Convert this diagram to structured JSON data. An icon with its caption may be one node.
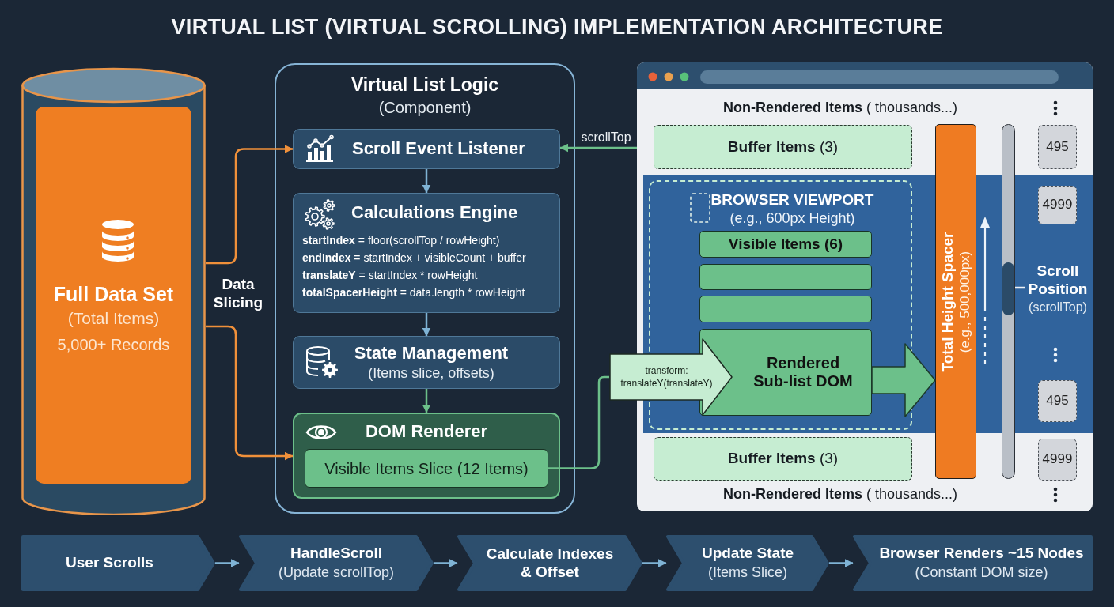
{
  "diagram": {
    "title": "VIRTUAL LIST (VIRTUAL SCROLLING) IMPLEMENTATION ARCHITECTURE",
    "nodes": [
      {
        "text": [
          "Full Data Set",
          "(Total Items)",
          "5,000+ Records"
        ]
      },
      {
        "text": [
          "Virtual List Logic",
          "(Component)"
        ]
      },
      {
        "text": [
          "Scroll Event Listener"
        ],
        "in": 1
      },
      {
        "text": [
          "Calculations Engine",
          "**startIndex** = floor(scrollTop / rowHeight)",
          "**endIndex** = startIndex + visibleCount + buffer",
          "**translateY** = startIndex * rowHeight",
          "**totalSpacerHeight** = data.length * rowHeight"
        ],
        "in": 1
      },
      {
        "text": [
          "State Management",
          "(Items slice, offsets)"
        ],
        "in": 1
      },
      {
        "text": [
          "DOM Renderer"
        ],
        "in": 1
      },
      {
        "text": [
          "Visible Items Slice (12 Items)"
        ],
        "in": 5
      },
      {
        "text": [
          "**Non-Rendered Items** ( thousands...)",
          "**Non-Rendered Items** ( thousands...)"
        ]
      },
      {
        "text": [
          "**Buffer Items** (3)"
        ],
        "in": 7
      },
      {
        "text": [
          "BROWSER VIEWPORT",
          "(e.g., 600px Height)"
        ],
        "in": 7
      },
      {
        "text": [
          "Visible Items (6)"
        ],
        "in": 9
      },
      {
        "text": [],
        "shape": "box",
        "in": 9
      },
      {
        "text": [],
        "shape": "box",
        "in": 9
      },
      {
        "text": [
          "Rendered Sub-list DOM"
        ],
        "in": 9
      },
      {
        "text": [
          "transform: translateY(translateY)"
        ]
      },
      {
        "text": [
          "**Buffer Items** (3)"
        ],
        "in": 7
      },
      {
        "text": [
          "Total Height Spacer",
          "(e.g., 500,000px)"
        ],
        "in": 7
      },
      {
        "text": [],
        "shape": "bar",
        "in": 7
      },
      {
        "text": [
          "Scroll Position",
          "(scrollTop)"
        ],
        "in": 7
      },
      {
        "text": [
          "495"
        ],
        "in": 7
      },
      {
        "text": [
          "4999"
        ],
        "in": 7
      },
      {
        "text": [
          "495"
        ],
        "in": 7
      },
      {
        "text": [
          "4999"
        ],
        "in": 7
      },
      {
        "text": [
          "User Scrolls"
        ]
      },
      {
        "text": [
          "HandleScroll",
          "(Update scrollTop)"
        ]
      },
      {
        "text": [
          "Calculate Indexes & Offset"
        ]
      },
      {
        "text": [
          "Update State",
          "(Items Slice)"
        ]
      },
      {
        "text": [
          "Browser Renders ~15 Nodes",
          "(Constant DOM size)"
        ]
      }
    ],
    "edges": [
      {
        "from": 0,
        "to": 2,
        "arrow": "to",
        "color": "#f0903a"
      },
      {
        "from": 0,
        "to": 5,
        "arrow": "to",
        "color": "#f0903a"
      },
      {
        "from": 2,
        "to": 3,
        "arrow": "to"
      },
      {
        "from": 3,
        "to": 4,
        "arrow": "to"
      },
      {
        "from": 4,
        "to": 5,
        "arrow": "to",
        "color": "#6cc08a"
      },
      {
        "from": 7,
        "to": 2,
        "arrow": "to",
        "label": "scrollTop",
        "color": "#6cc08a"
      },
      {
        "from": 6,
        "to": 14,
        "arrow": "none",
        "color": "#6cc08a"
      },
      {
        "from": 13,
        "to": 16,
        "arrow": "to",
        "style": "thick",
        "color": "#6cc08a"
      },
      {
        "from": 18,
        "to": 17,
        "arrow": "none",
        "color": "#eef2f6"
      },
      {
        "from": 23,
        "to": 24,
        "arrow": "to"
      },
      {
        "from": 24,
        "to": 25,
        "arrow": "to"
      },
      {
        "from": 25,
        "to": 26,
        "arrow": "to"
      },
      {
        "from": 26,
        "to": 27,
        "arrow": "to"
      }
    ],
    "labels": [
      "Data Slicing"
    ]
  }
}
